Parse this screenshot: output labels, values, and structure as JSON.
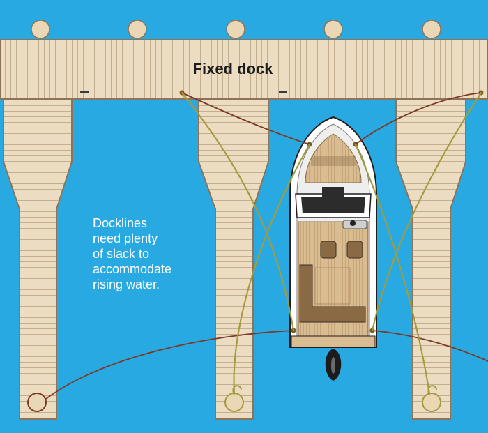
{
  "dock": {
    "title": "Fixed dock"
  },
  "note": {
    "lines": [
      "Docklines",
      "need plenty",
      "of slack to",
      "accommodate",
      "rising water."
    ]
  },
  "colors": {
    "water": "#29a9e1",
    "dock_wood": "#ecdcc2",
    "dock_plank_line": "#b9a386",
    "dock_edge": "#8d7358",
    "piling": "#ead7b5",
    "boat_hull": "#ffffff",
    "boat_deck": "#d6b98f",
    "boat_dark": "#3c2e22",
    "dockline_brown": "#7b3a25",
    "dockline_olive": "#a59a3c",
    "text": "#1e1e1e",
    "note_text": "#ffffff"
  },
  "icons": {
    "piling": "piling-icon",
    "cleat": "cleat-icon",
    "outboard": "outboard-motor-icon"
  }
}
